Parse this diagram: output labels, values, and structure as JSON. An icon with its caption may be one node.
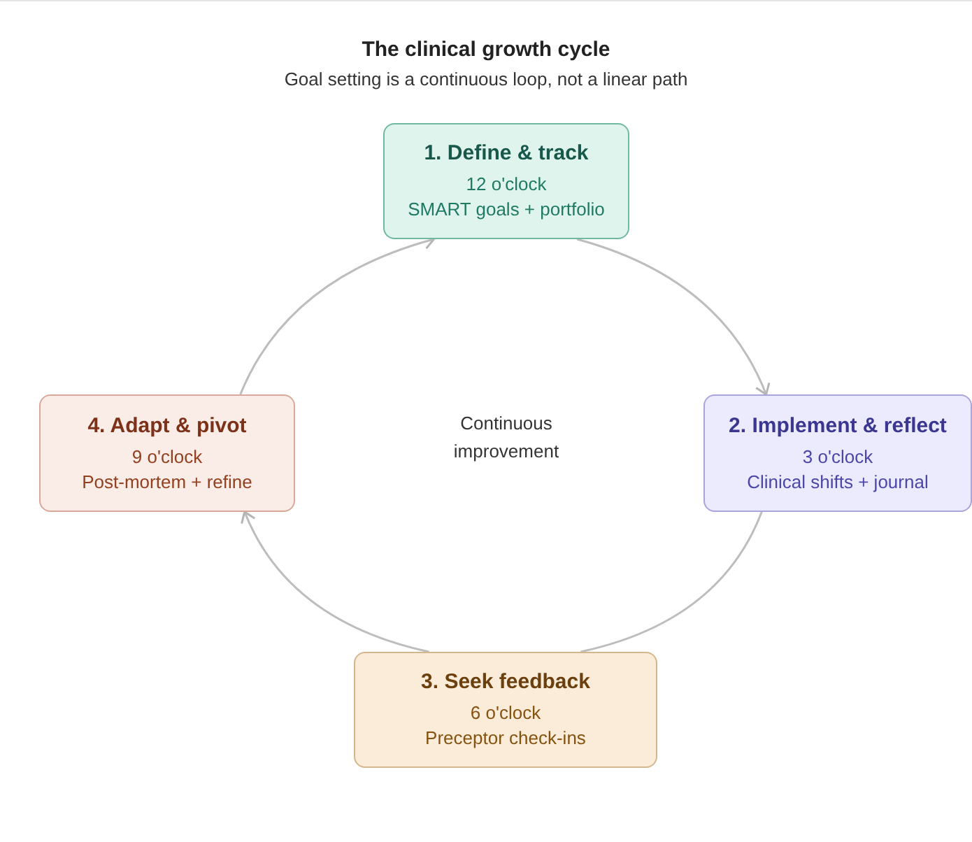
{
  "diagram": {
    "title": "The clinical growth cycle",
    "caption": "Goal setting is a continuous loop, not a linear path",
    "nodes": [
      {
        "text": [
          "1. Define & track",
          "12 o'clock",
          "SMART goals + portfolio"
        ]
      },
      {
        "text": [
          "2. Implement & reflect",
          "3 o'clock",
          "Clinical shifts + journal"
        ]
      },
      {
        "text": [
          "3. Seek feedback",
          "6 o'clock",
          "Preceptor check-ins"
        ]
      },
      {
        "text": [
          "4. Adapt & pivot",
          "9 o'clock",
          "Post-mortem + refine"
        ]
      }
    ],
    "edges": [
      {
        "from": 0,
        "to": 1,
        "arrow": "to"
      },
      {
        "from": 1,
        "to": 2,
        "arrow": "none"
      },
      {
        "from": 2,
        "to": 3,
        "arrow": "to"
      },
      {
        "from": 3,
        "to": 0,
        "arrow": "to"
      }
    ],
    "labels": [
      "Continuous improvement"
    ]
  }
}
